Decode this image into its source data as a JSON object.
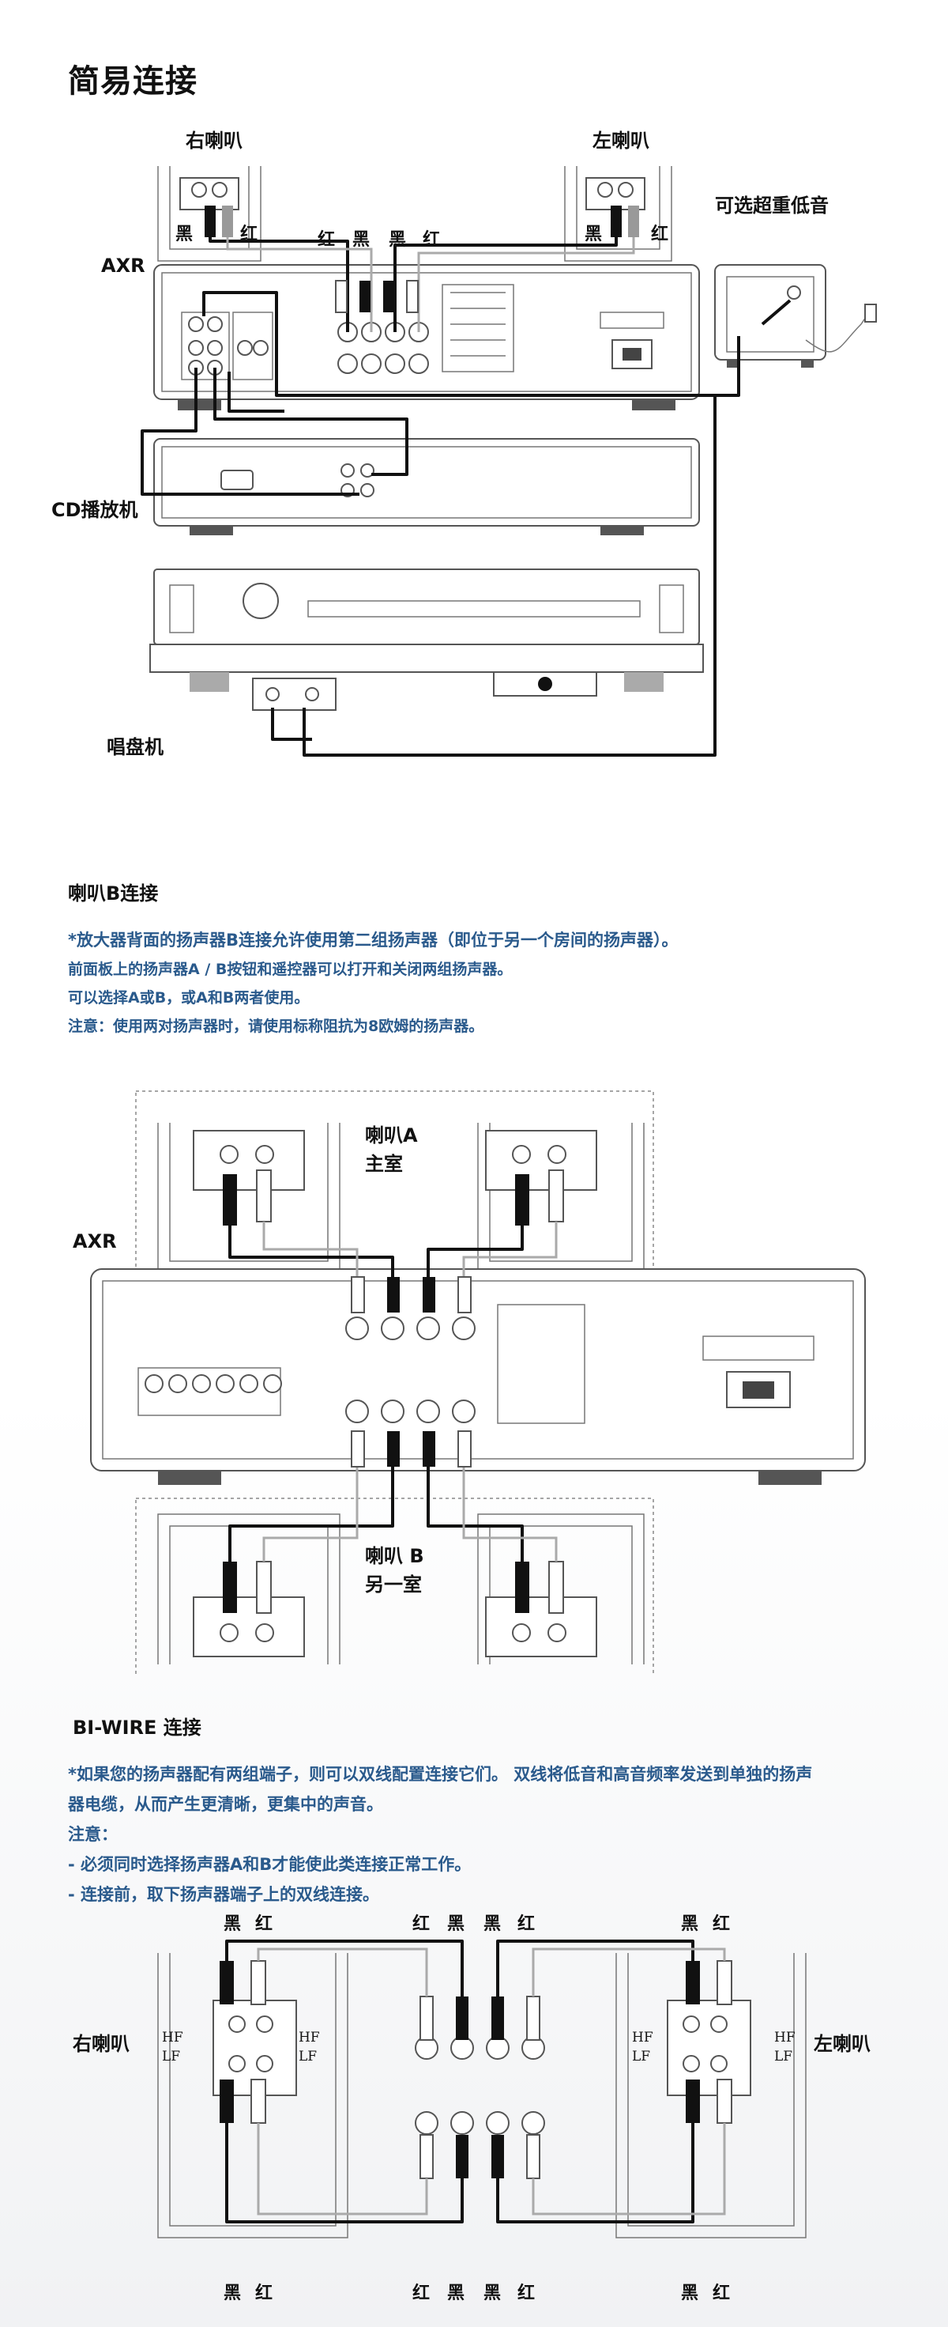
{
  "section1": {
    "title": "简易连接",
    "right_speaker": "右喇叭",
    "left_speaker": "左喇叭",
    "subwoofer": "可选超重低音",
    "axr": "AXR",
    "cd_player": "CD播放机",
    "turntable": "唱盘机",
    "black": "黑",
    "red": "红"
  },
  "section2": {
    "title": "喇叭B连接",
    "notes": [
      "*放大器背面的扬声器B连接允许使用第二组扬声器（即位于另一个房间的扬声器）。",
      "前面板上的扬声器A / B按钮和遥控器可以打开和关闭两组扬声器。",
      "可以选择A或B，或A和B两者使用。",
      "注意：使用两对扬声器时，请使用标称阻抗为8欧姆的扬声器。"
    ],
    "speaker_a_line1": "喇叭A",
    "speaker_a_line2": "主室",
    "speaker_b_line1": "喇叭 B",
    "speaker_b_line2": "另一室",
    "axr": "AXR"
  },
  "section3": {
    "title": "BI-WIRE 连接",
    "notes": [
      "*如果您的扬声器配有两组端子，则可以双线配置连接它们。 双线将低音和高音频率发送到单独的扬声",
      "器电缆，从而产生更清晰，更集中的声音。",
      "注意：",
      "- 必须同时选择扬声器A和B才能使此类连接正常工作。",
      "- 连接前，取下扬声器端子上的双线连接。"
    ],
    "right_speaker": "右喇叭",
    "left_speaker": "左喇叭",
    "hf": "HF",
    "lf": "LF",
    "black": "黑",
    "red": "红"
  }
}
